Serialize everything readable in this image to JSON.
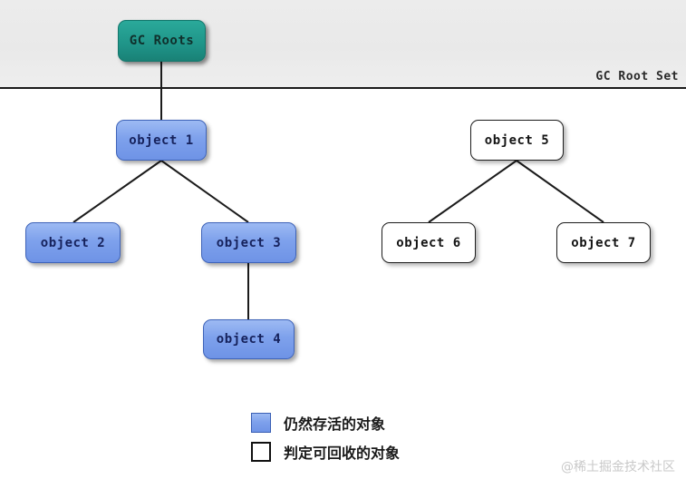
{
  "diagram": {
    "root_set_label": "GC Root Set",
    "root_node": {
      "label": "GC Roots",
      "kind": "root",
      "color": "#1f9488"
    },
    "alive_color": "#7ea1ec",
    "dead_color": "#ffffff",
    "nodes": [
      {
        "id": "object1",
        "label": "object 1",
        "kind": "alive"
      },
      {
        "id": "object2",
        "label": "object 2",
        "kind": "alive"
      },
      {
        "id": "object3",
        "label": "object 3",
        "kind": "alive"
      },
      {
        "id": "object4",
        "label": "object 4",
        "kind": "alive"
      },
      {
        "id": "object5",
        "label": "object 5",
        "kind": "dead"
      },
      {
        "id": "object6",
        "label": "object 6",
        "kind": "dead"
      },
      {
        "id": "object7",
        "label": "object 7",
        "kind": "dead"
      }
    ],
    "edges": [
      {
        "from": "GC Roots",
        "to": "object 1"
      },
      {
        "from": "object 1",
        "to": "object 2"
      },
      {
        "from": "object 1",
        "to": "object 3"
      },
      {
        "from": "object 3",
        "to": "object 4"
      },
      {
        "from": "object 5",
        "to": "object 6"
      },
      {
        "from": "object 5",
        "to": "object 7"
      }
    ]
  },
  "legend": {
    "items": [
      {
        "swatch": "alive",
        "label": "仍然存活的对象"
      },
      {
        "swatch": "dead",
        "label": "判定可回收的对象"
      }
    ]
  },
  "watermark": "@稀土掘金技术社区"
}
